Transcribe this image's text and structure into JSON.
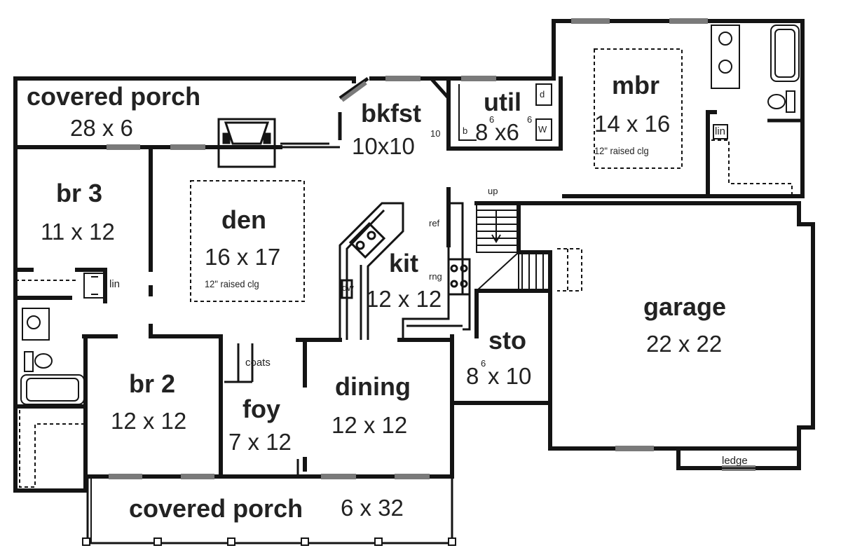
{
  "rooms": {
    "covered_porch_back": {
      "name": "covered porch",
      "dim": "28 x 6"
    },
    "br3": {
      "name": "br 3",
      "dim": "11 x 12"
    },
    "den": {
      "name": "den",
      "dim": "16 x 17",
      "note": "12\" raised clg"
    },
    "bkfst": {
      "name": "bkfst",
      "dim_a": "10x10",
      "dim_sup": "10"
    },
    "util": {
      "name": "util",
      "dim_a": "8",
      "dim_sup_a": "6",
      "dim_x": "x6",
      "dim_sup_b": "6"
    },
    "mbr": {
      "name": "mbr",
      "dim": "14 x 16",
      "note": "12\" raised clg"
    },
    "kit": {
      "name": "kit",
      "dim": "12 x 12"
    },
    "garage": {
      "name": "garage",
      "dim": "22 x 22"
    },
    "sto": {
      "name": "sto",
      "dim_a": "8",
      "dim_sup": "6",
      "dim_b": "x 10"
    },
    "br2": {
      "name": "br 2",
      "dim": "12 x 12"
    },
    "foy": {
      "name": "foy",
      "dim": "7 x 12"
    },
    "dining": {
      "name": "dining",
      "dim": "12 x 12"
    },
    "covered_porch_front": {
      "name": "covered porch",
      "dim": "6 x 32"
    }
  },
  "fixtures": {
    "lin_hall": "lin",
    "lin_master": "lin",
    "coats": "coats",
    "ref": "ref",
    "rng": "rng",
    "dw": "dw",
    "up": "up",
    "ledge": "ledge",
    "washer": "W",
    "dryer": "d",
    "bench": "b"
  },
  "colors": {
    "wall": "#141414",
    "window": "#7a7a7a",
    "background": "#ffffff"
  }
}
